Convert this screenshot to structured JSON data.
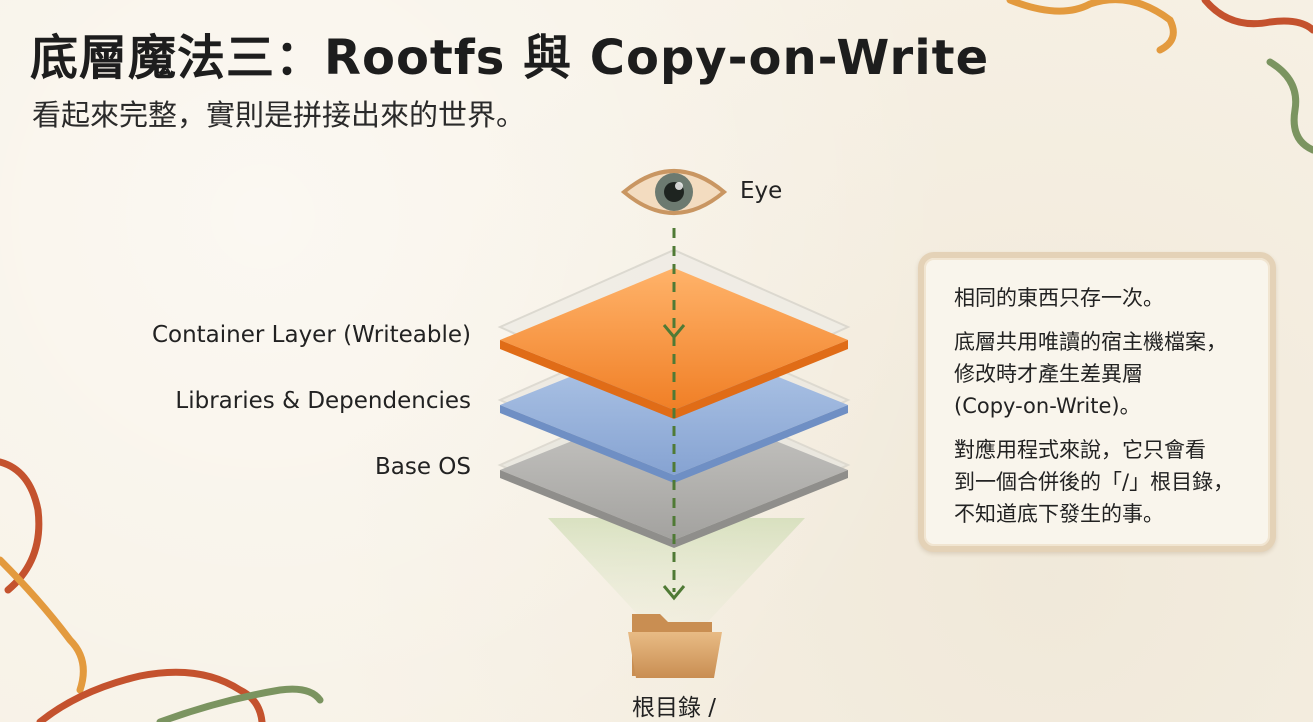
{
  "title": "底層魔法三：Rootfs 與 Copy-on-Write",
  "subtitle": "看起來完整，實則是拼接出來的世界。",
  "eye_label": "Eye",
  "layers": [
    {
      "label": "Container Layer (Writeable)",
      "color": "#ee8a36"
    },
    {
      "label": "Libraries & Dependencies",
      "color": "#8eaad6"
    },
    {
      "label": "Base OS",
      "color": "#b0afac"
    }
  ],
  "root_label": "根目錄 /",
  "note": {
    "line1": "相同的東西只存一次。",
    "line2": "底層共用唯讀的宿主機檔案，\n修改時才產生差異層\n(Copy-on-Write)。",
    "line3": "對應用程式來說，它只會看\n到一個合併後的「/」根目錄，\n不知道底下發生的事。"
  },
  "colors": {
    "dashed_line": "#4f7a35",
    "yarn_red": "#c4522e",
    "yarn_orange": "#e39a3e",
    "yarn_green": "#7b9460"
  },
  "icons": [
    "eye-icon",
    "folder-icon"
  ]
}
